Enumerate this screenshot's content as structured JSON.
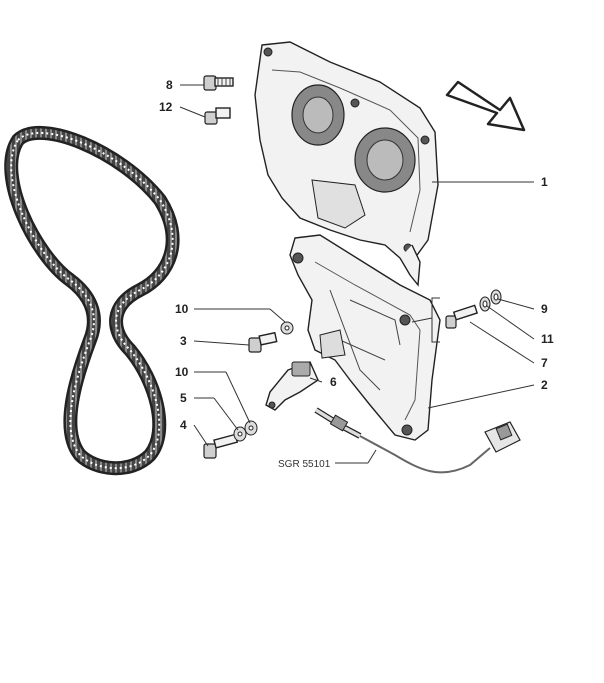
{
  "diagram": {
    "drawing_code": "SGR 55101",
    "callouts": {
      "c1": "1",
      "c2": "2",
      "c3": "3",
      "c4": "4",
      "c5": "5",
      "c6": "6",
      "c7": "7",
      "c8": "8",
      "c9": "9",
      "c10a": "10",
      "c10b": "10",
      "c11": "11",
      "c12": "12"
    }
  }
}
